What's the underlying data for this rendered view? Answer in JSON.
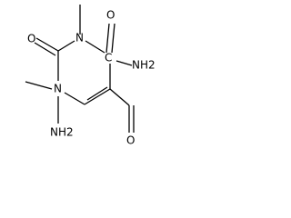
{
  "molecule": {
    "atoms": {
      "o_top": "O",
      "n_top": "N",
      "o_left": "O",
      "c_quaternary": "C",
      "nh2_right": "NH2",
      "n_left": "N",
      "nh2_bottom": "NH2",
      "o_aldehyde": "O"
    }
  },
  "colors": {
    "ink": "#000000",
    "background": "#ffffff"
  }
}
